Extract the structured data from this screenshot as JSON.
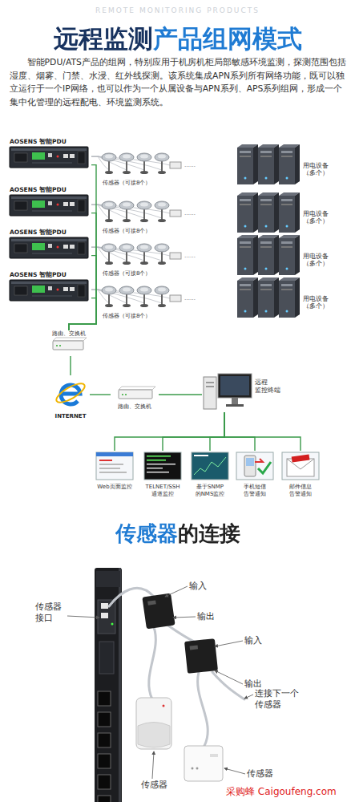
{
  "diagram": {
    "title": "远程监测产品组网模式",
    "nodes": [
      {
        "text": [
          "AOSENS 智能PDU"
        ]
      },
      {
        "text": [
          "传感器（可接8个）"
        ]
      },
      {
        "text": [
          "用电设备（多个）"
        ]
      },
      {
        "text": [
          "AOSENS 智能PDU"
        ]
      },
      {
        "text": [
          "传感器（可接8个）"
        ]
      },
      {
        "text": [
          "用电设备（多个）"
        ]
      },
      {
        "text": [
          "AOSENS 智能PDU"
        ]
      },
      {
        "text": [
          "传感器（可接8个）"
        ]
      },
      {
        "text": [
          "用电设备（多个）"
        ]
      },
      {
        "text": [
          "AOSENS 智能PDU"
        ]
      },
      {
        "text": [
          "传感器（可接8个）"
        ]
      },
      {
        "text": [
          "用电设备（多个）"
        ]
      },
      {
        "text": [
          "路由、交换机"
        ]
      },
      {
        "text": [
          "INTERNET"
        ]
      },
      {
        "text": [
          "路由、交换机"
        ]
      },
      {
        "text": [
          "远程 监控终端"
        ]
      },
      {
        "text": [
          "Web页面监控"
        ]
      },
      {
        "text": [
          "TELNET/SSH 通道监控"
        ]
      },
      {
        "text": [
          "基于SNMP 的NMS监控"
        ]
      },
      {
        "text": [
          "手机短信 告警通知"
        ]
      },
      {
        "text": [
          "邮件信息 告警通知"
        ]
      }
    ],
    "edges": [
      {
        "from": 0,
        "to": 1,
        "arrow": "none"
      },
      {
        "from": 3,
        "to": 4,
        "arrow": "none"
      },
      {
        "from": 6,
        "to": 7,
        "arrow": "none"
      },
      {
        "from": 9,
        "to": 10,
        "arrow": "none"
      },
      {
        "from": 0,
        "to": 12,
        "arrow": "none"
      },
      {
        "from": 3,
        "to": 12,
        "arrow": "none"
      },
      {
        "from": 6,
        "to": 12,
        "arrow": "none"
      },
      {
        "from": 9,
        "to": 12,
        "arrow": "none"
      },
      {
        "from": 12,
        "to": 13,
        "arrow": "none"
      },
      {
        "from": 13,
        "to": 14,
        "arrow": "none"
      },
      {
        "from": 14,
        "to": 15,
        "arrow": "none"
      },
      {
        "from": 15,
        "to": 16,
        "arrow": "none"
      },
      {
        "from": 15,
        "to": 17,
        "arrow": "none"
      },
      {
        "from": 15,
        "to": 18,
        "arrow": "none"
      },
      {
        "from": 15,
        "to": 19,
        "arrow": "none"
      },
      {
        "from": 15,
        "to": 20,
        "arrow": "none"
      }
    ],
    "labels": [
      "REMOTE MONITORING PRODUCTS",
      "智能PDU/ATS产品的组网，特别应用于机房机柜局部敏感环境监测，探测范围包括湿度、烟雾、门禁、水浸、红外线探测。该系统集成APN系列所有网络功能，既可以独立运行于一个IP网络，也可以作为一个从属设备与APN系列、APS系列组网，形成一个集中化管理的远程配电、环境监测系统。",
      "……",
      "……",
      "……",
      "……",
      "……",
      "……",
      "……",
      "……",
      "传感器的连接",
      "传感器 接口",
      "输入",
      "输出",
      "输入",
      "输出",
      "连接下一个 传感器",
      "传感器",
      "传感器",
      "采购蜂 Caigoufeng.com"
    ]
  }
}
